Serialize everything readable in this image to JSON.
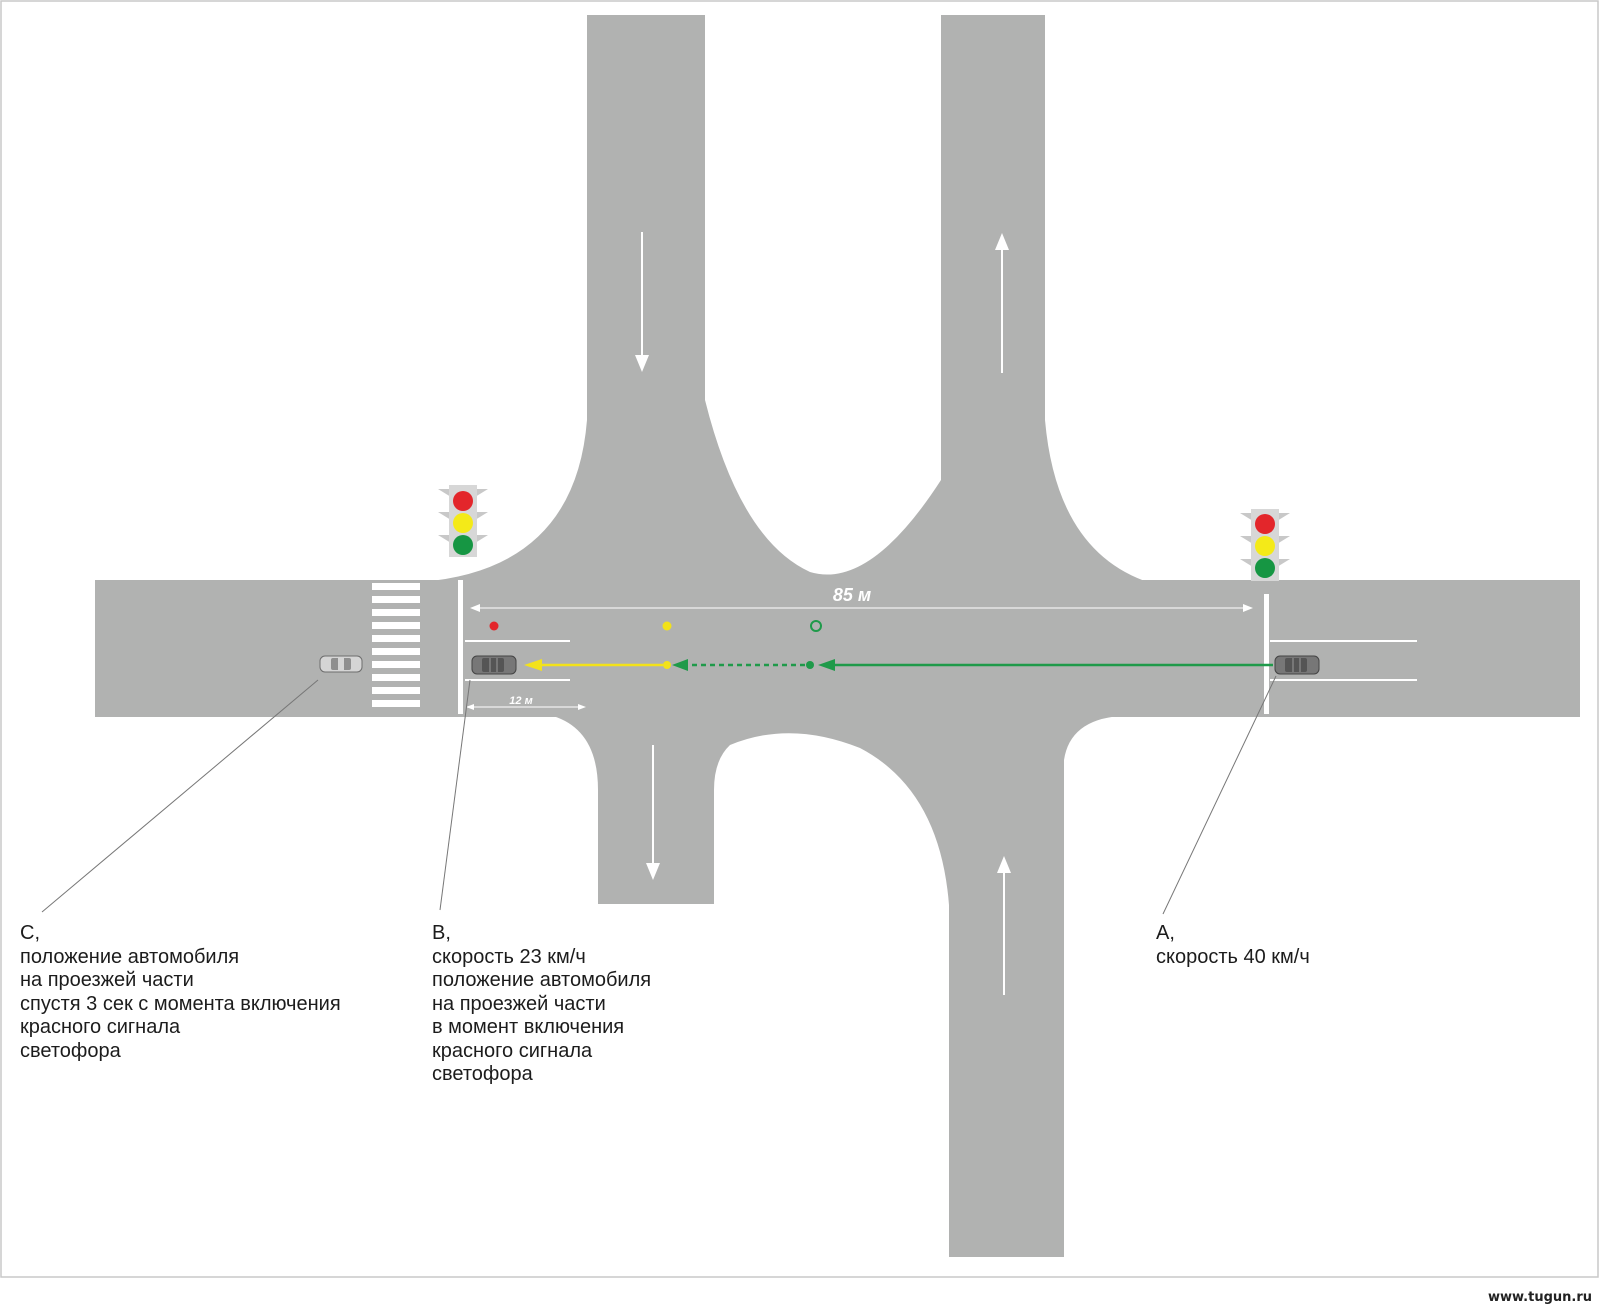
{
  "colors": {
    "road": "#b1b2b1",
    "marking": "#ffffff",
    "signal_red": "#e3262b",
    "signal_yellow": "#f4ea18",
    "signal_green": "#169643",
    "path_green": "#1f9a4a",
    "path_yellow": "#f3e21a"
  },
  "icons": [
    "traffic-light-icon",
    "car-icon",
    "arrow-icon"
  ],
  "distances": {
    "total": "85 м",
    "short": "12 м"
  },
  "labels": {
    "c": [
      "C,",
      "положение автомобиля",
      "на проезжей части",
      "спустя 3 сек с момента включения",
      "красного сигнала",
      "светофора"
    ],
    "b": [
      "B,",
      "скорость 23 км/ч",
      "положение автомобиля",
      "на проезжей части",
      "в момент включения",
      "красного сигнала",
      "светофора"
    ],
    "a": [
      "A,",
      "скорость 40 км/ч"
    ]
  },
  "watermark": "www.tugun.ru"
}
